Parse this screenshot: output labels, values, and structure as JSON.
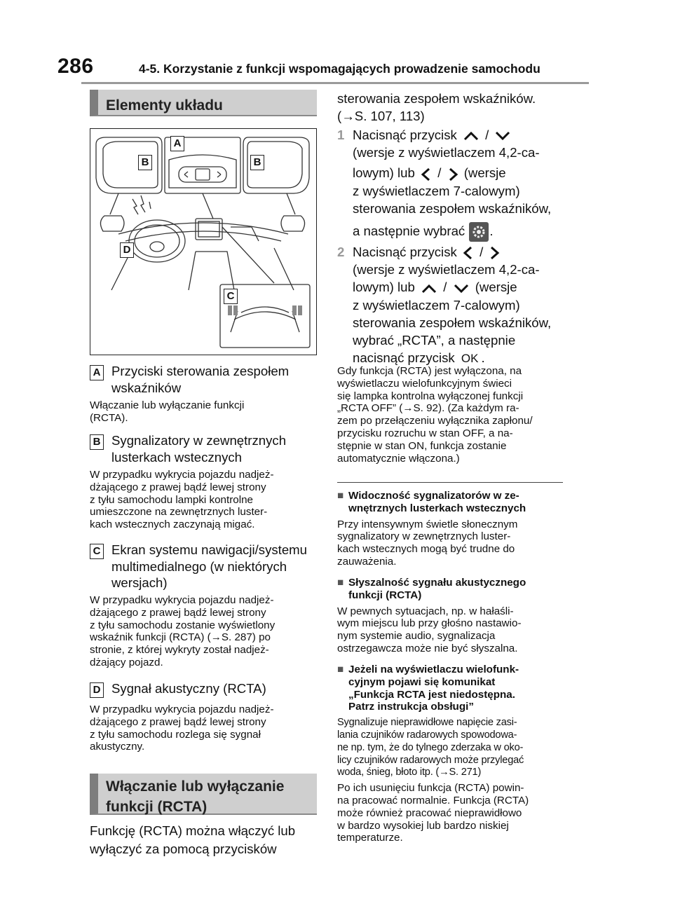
{
  "header": {
    "page_number": "286",
    "chapter": "4-5. Korzystanie z funkcji wspomagających prowadzenie samochodu"
  },
  "left": {
    "section1_title": "Elementy układu",
    "figure": {
      "labels": [
        "A",
        "B",
        "B",
        "C",
        "D"
      ]
    },
    "items": [
      {
        "label": "A",
        "title_l1": "Przyciski sterowania zespołem",
        "title_l2": "wskaźników",
        "desc": [
          "Włączanie lub wyłączanie funkcji",
          "(RCTA)."
        ]
      },
      {
        "label": "B",
        "title_l1": "Sygnalizatory w zewnętrznych",
        "title_l2": "lusterkach wstecznych",
        "desc": [
          "W przypadku wykrycia pojazdu nadjeż-",
          "dżającego z prawej bądź lewej strony",
          "z tyłu samochodu lampki kontrolne",
          "umieszczone na zewnętrznych luster-",
          "kach wstecznych zaczynają migać."
        ]
      },
      {
        "label": "C",
        "title_l1": "Ekran systemu nawigacji/systemu",
        "title_l2": "multimedialnego (w niektórych",
        "title_l3": "wersjach)",
        "desc": [
          "W przypadku wykrycia pojazdu nadjeż-",
          "dżającego z prawej bądź lewej strony",
          "z tyłu samochodu zostanie wyświetlony",
          "wskaźnik funkcji (RCTA) (→S. 287) po",
          "stronie, z której wykryty został nadjeż-",
          "dżający pojazd."
        ]
      },
      {
        "label": "D",
        "title_l1": "Sygnał akustyczny (RCTA)",
        "desc": [
          "W przypadku wykrycia pojazdu nadjeż-",
          "dżającego z prawej bądź lewej strony",
          "z tyłu samochodu rozlega się sygnał",
          "akustyczny."
        ]
      }
    ],
    "section2_title_l1": "Włączanie lub wyłączanie",
    "section2_title_l2": "funkcji (RCTA)",
    "para_l1": "Funkcję (RCTA) można włączyć lub",
    "para_l2": "wyłączyć za pomocą przycisków"
  },
  "right": {
    "cont_l1": "sterowania zespołem wskaźników.",
    "cont_l2": "(→S. 107, 113)",
    "step1": {
      "num": "1",
      "l1": "Nacisnąć przycisk",
      "slash": "/",
      "l2": "(wersje z wyświetlaczem 4,2-ca-",
      "l3a": "lowym) lub",
      "l3b": "(wersje",
      "l4": "z wyświetlaczem 7-calowym)",
      "l5": "sterowania zespołem wskaźników,",
      "l6": "a następnie wybrać",
      "l6end": "."
    },
    "step2": {
      "num": "2",
      "l1": "Nacisnąć przycisk",
      "slash": "/",
      "l2": "(wersje z wyświetlaczem 4,2-ca-",
      "l3a": "lowym) lub",
      "l3b": "(wersje",
      "l4": "z wyświetlaczem 7-calowym)",
      "l5": "sterowania zespołem wskaźników,",
      "l6": "wybrać „RCTA”, a następnie",
      "l7": "nacisnąć przycisk",
      "ok": "OK",
      "l7end": "."
    },
    "note": [
      "Gdy funkcja (RCTA) jest wyłączona, na",
      "wyświetlaczu wielofunkcyjnym świeci",
      "się lampka kontrolna wyłączonej funkcji",
      "„RCTA OFF” (→S. 92). (Za każdym ra-",
      "zem po przełączeniu wyłącznika zapłonu/",
      "przycisku rozruchu w stan OFF, a na-",
      "stępnie w stan ON, funkcja zostanie",
      "automatycznie włączona.)"
    ],
    "b1": {
      "title_l1": "Widoczność sygnalizatorów w ze-",
      "title_l2": "wnętrznych lusterkach wstecznych",
      "text": [
        "Przy intensywnym świetle słonecznym",
        "sygnalizatory w zewnętrznych luster-",
        "kach wstecznych mogą być trudne do",
        "zauważenia."
      ]
    },
    "b2": {
      "title_l1": "Słyszalność sygnału akustycznego",
      "title_l2": "funkcji (RCTA)",
      "text": [
        "W pewnych sytuacjach, np. w hałaśli-",
        "wym miejscu lub przy głośno nastawio-",
        "nym systemie audio, sygnalizacja",
        "ostrzegawcza może nie być słyszalna."
      ]
    },
    "b3": {
      "title_l1": "Jeżeli na wyświetlaczu wielofunk-",
      "title_l2": "cyjnym pojawi się komunikat",
      "title_l3": "„Funkcja RCTA jest niedostępna.",
      "title_l4": "Patrz instrukcja obsługi”",
      "text": [
        "Sygnalizuje nieprawidłowe napięcie zasi-",
        "lania czujników radarowych spowodowa-",
        "ne np. tym, że do tylnego zderzaka w oko-",
        "licy czujników radarowych może przylegać",
        "woda, śnieg, błoto itp. (→S. 271)",
        "Po ich usunięciu funkcja (RCTA) powin-",
        "na pracować normalnie. Funkcja (RCTA)",
        "może również pracować nieprawidłowo",
        "w bardzo wysokiej lub bardzo niskiej",
        "temperaturze."
      ]
    }
  }
}
